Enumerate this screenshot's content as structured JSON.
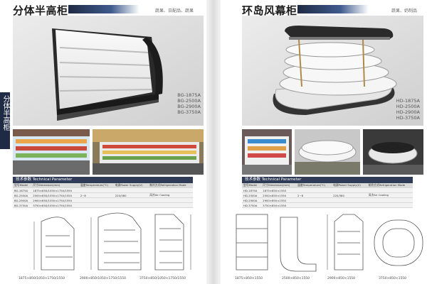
{
  "left": {
    "title": "分体半高柜",
    "tagline": "蔬果、日配品、蔬果",
    "side_tab": "分体半高柜",
    "models": [
      "BG-1875A",
      "BG-2500A",
      "BG-2900A",
      "BG-3750A"
    ],
    "spec_header": "技术参数 Technical Parameter",
    "spec_columns": [
      "型号Model",
      "尺寸Dimension(mm)",
      "温度Temperature(°C)",
      "电源Power Supply(V)",
      "制冷方式Refrigeration Mode"
    ],
    "spec_rows": [
      [
        "BG-1875A",
        "1875×850/1050×1750/1550",
        "",
        "",
        ""
      ],
      [
        "BG-2500A",
        "2500×850/1050×1750/1550",
        "2~8",
        "220/380",
        "风冷Air Cooling"
      ],
      [
        "BG-2900A",
        "2900×850/1050×1750/1550",
        "",
        "",
        ""
      ],
      [
        "BG-3750A",
        "3750×850/1050×1750/1550",
        "",
        "",
        ""
      ]
    ],
    "drawing_labels": [
      "1875×850/1050×1750/1550",
      "2900×850/1050×1750/1550",
      "3750×850/1050×1750/1550"
    ]
  },
  "right": {
    "title": "环岛风幕柜",
    "tagline": "蔬果、奶制品",
    "models": [
      "HD-1875A",
      "HD-2500A",
      "HD-2900A",
      "HD-3750A"
    ],
    "spec_header": "技术参数 Technical Parameter",
    "spec_columns": [
      "型号Model",
      "尺寸Dimension(mm)",
      "温度Temperature(°C)",
      "电源Power Supply(V)",
      "制冷方式Refrigeration Mode"
    ],
    "spec_rows": [
      [
        "HD-1875A",
        "1875×850×1550",
        "",
        "",
        ""
      ],
      [
        "HD-2500A",
        "2500×850×1550",
        "2~8",
        "220/380",
        "风冷Air Cooling"
      ],
      [
        "HD-2900A",
        "2900×850×1550",
        "",
        "",
        ""
      ],
      [
        "HD-3750A",
        "3750×850×1550",
        "",
        "",
        ""
      ]
    ],
    "drawing_labels": [
      "1875×850×1550",
      "2500×850×1550",
      "2900×850×1550",
      "3750×850×1550"
    ]
  },
  "colors": {
    "accent": "#1f2a44",
    "accent2": "#3e5a8c",
    "steel": "#c8c8c8"
  }
}
